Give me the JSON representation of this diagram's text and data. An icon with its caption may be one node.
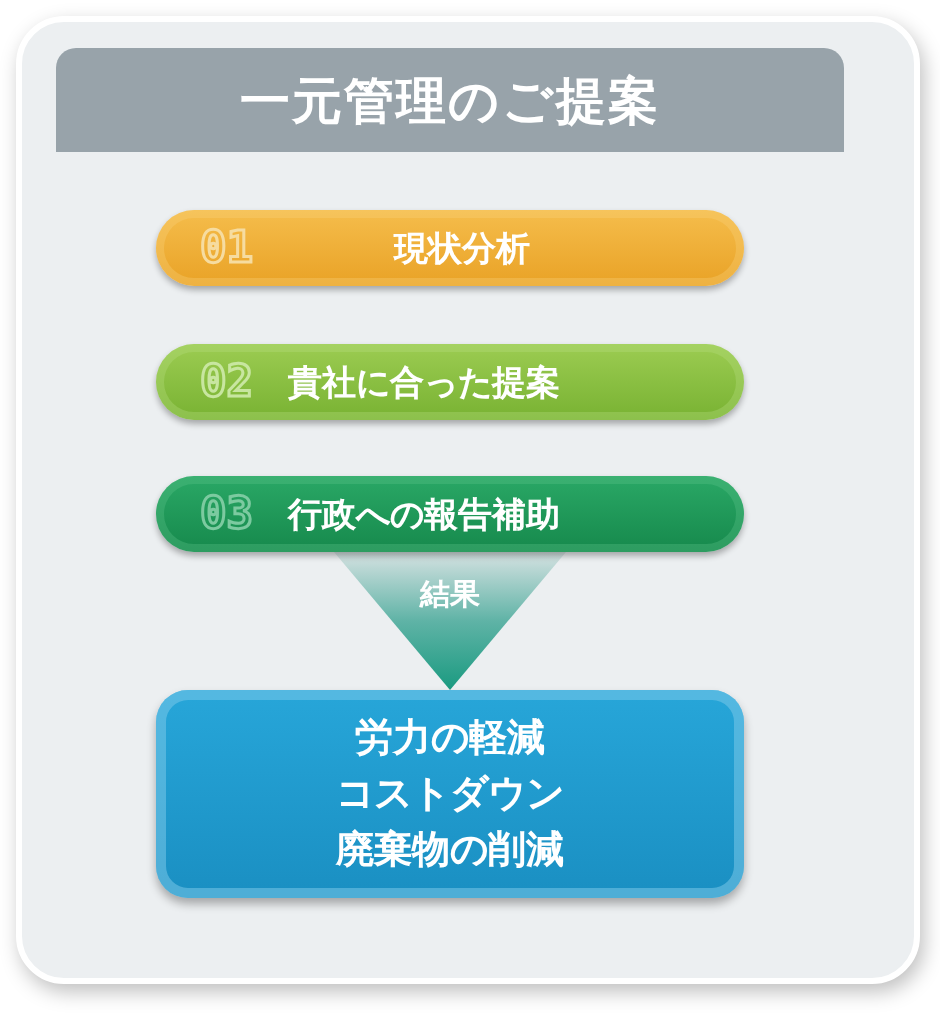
{
  "diagram": {
    "title": "一元管理のご提案",
    "nodes": [
      {
        "text": [
          "01",
          "現状分析"
        ]
      },
      {
        "text": [
          "02",
          "貴社に合った提案"
        ]
      },
      {
        "text": [
          "03",
          "行政への報告補助"
        ]
      },
      {
        "text": [
          "労力の軽減",
          "コストダウン",
          "廃棄物の削減"
        ]
      }
    ],
    "edges": [
      {
        "from": 2,
        "to": 3,
        "arrow": "to",
        "label": "結果"
      }
    ]
  }
}
